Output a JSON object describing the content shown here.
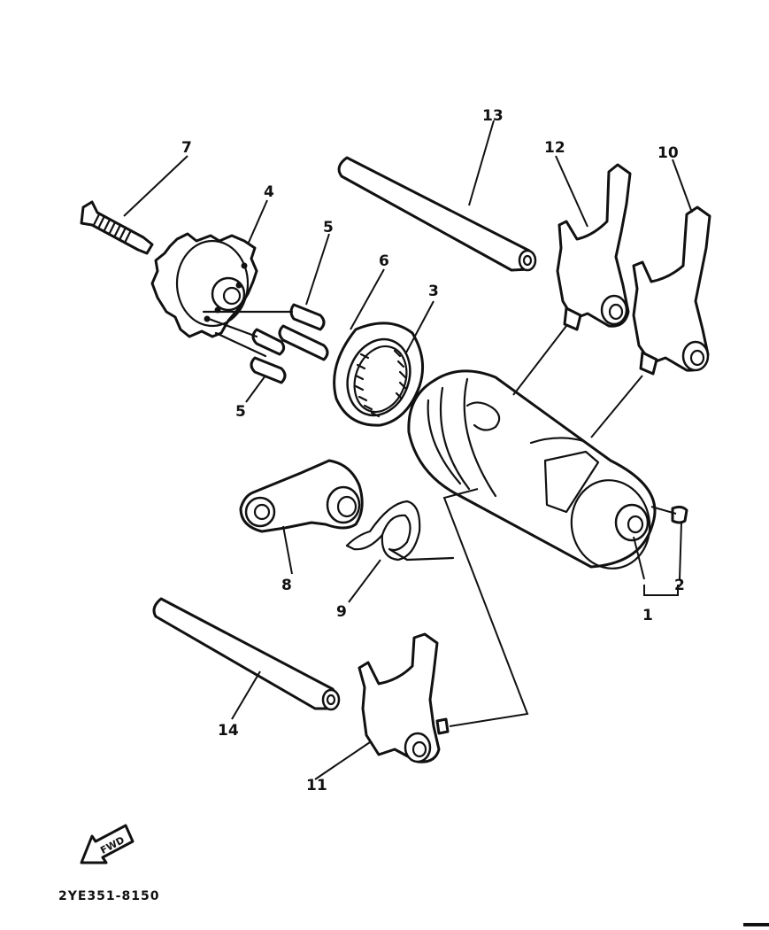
{
  "callouts": {
    "c1": "1",
    "c2": "2",
    "c3": "3",
    "c4": "4",
    "c5a": "5",
    "c5b": "5",
    "c6": "6",
    "c7": "7",
    "c8": "8",
    "c9": "9",
    "c10": "10",
    "c11": "11",
    "c12": "12",
    "c13": "13",
    "c14": "14"
  },
  "fwd_label": "FWD",
  "diagram_code": "2YE351-8150",
  "icons": {
    "fwd_arrow": "forward-arrow-icon"
  }
}
